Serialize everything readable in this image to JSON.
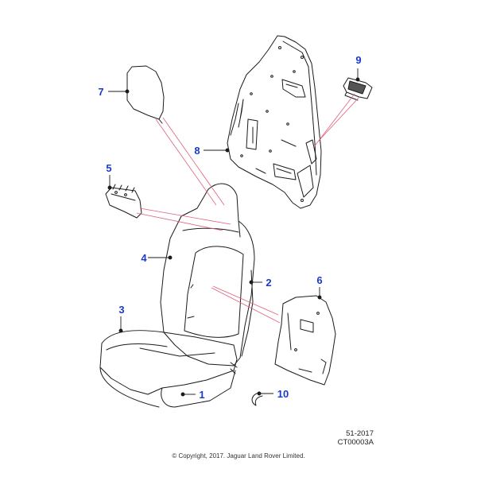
{
  "diagram": {
    "callouts": [
      {
        "id": "1",
        "label": "1"
      },
      {
        "id": "2",
        "label": "2"
      },
      {
        "id": "3",
        "label": "3"
      },
      {
        "id": "4",
        "label": "4"
      },
      {
        "id": "5",
        "label": "5"
      },
      {
        "id": "6",
        "label": "6"
      },
      {
        "id": "7",
        "label": "7"
      },
      {
        "id": "8",
        "label": "8"
      },
      {
        "id": "9",
        "label": "9"
      },
      {
        "id": "10",
        "label": "10"
      }
    ],
    "reference": {
      "date_code": "51-2017",
      "drawing_code": "CT00003A"
    },
    "copyright": "© Copyright, 2017. Jaguar Land Rover Limited.",
    "colors": {
      "callout": "#1a3bc9",
      "leader_red": "#e0607a",
      "outline": "#1b1b1b"
    }
  }
}
